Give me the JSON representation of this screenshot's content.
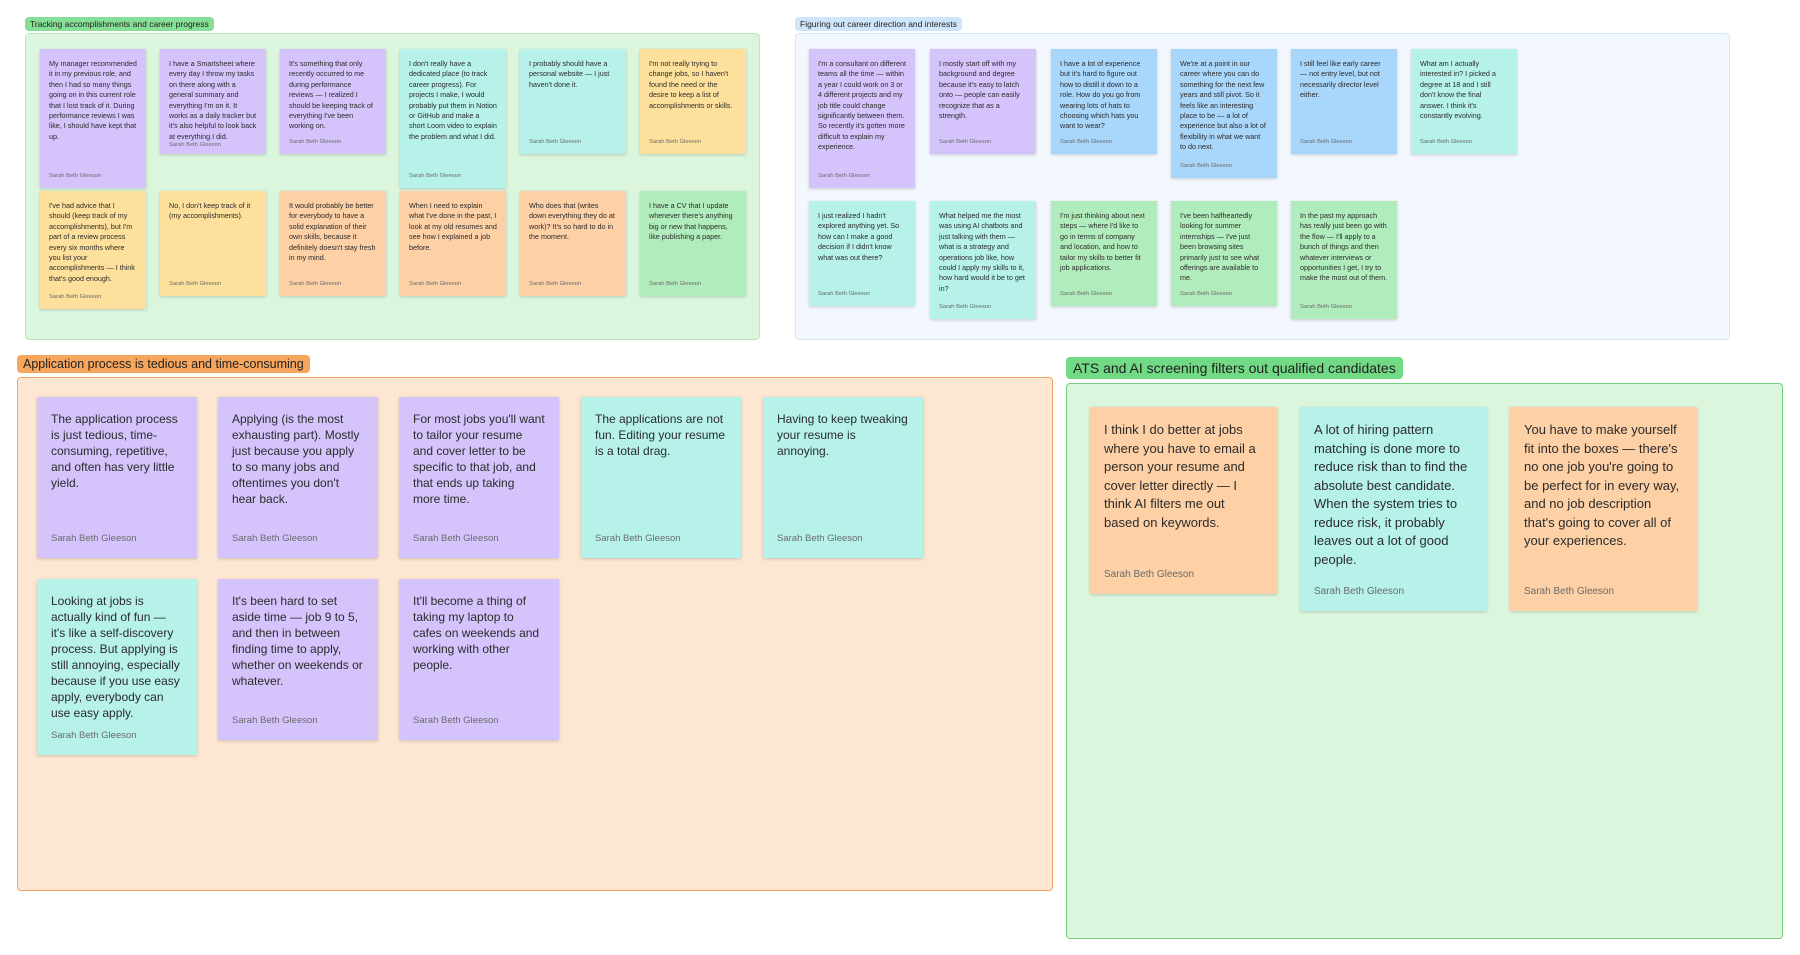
{
  "sections": [
    {
      "key": "tracking",
      "title": "Tracking accomplishments and career progress",
      "notes": [
        {
          "text": "My manager recommended it in my previous role, and then I had so many things going on in this current role that I lost track of it. During performance reviews I was like, I should have kept that up.",
          "author": "Sarah Beth Gleeson",
          "color": "purple"
        },
        {
          "text": "I have a Smartsheet where every day I throw my tasks on there along with a general summary and everything I'm on it. It works as a daily tracker but it's also helpful to look back at everything I did.",
          "author": "Sarah Beth Gleeson",
          "color": "purple"
        },
        {
          "text": "It's something that only recently occurred to me during performance reviews — I realized I should be keeping track of everything I've been working on.",
          "author": "Sarah Beth Gleeson",
          "color": "purple"
        },
        {
          "text": "I don't really have a dedicated place (to track career progress). For projects I make, I would probably put them in Notion or GitHub and make a short Loom video to explain the problem and what I did.",
          "author": "Sarah Beth Gleeson",
          "color": "teal"
        },
        {
          "text": "I probably should have a personal website — I just haven't done it.",
          "author": "Sarah Beth Gleeson",
          "color": "teal"
        },
        {
          "text": "I'm not really trying to change jobs, so I haven't found the need or the desire to keep a list of accomplishments or skills.",
          "author": "Sarah Beth Gleeson",
          "color": "yellow"
        },
        {
          "text": "I've had advice that I should (keep track of my accomplishments), but I'm part of a review process every six months where you list your accomplishments — I think that's good enough.",
          "author": "Sarah Beth Gleeson",
          "color": "yellow"
        },
        {
          "text": "No, I don't keep track of it (my accomplishments).",
          "author": "Sarah Beth Gleeson",
          "color": "yellow"
        },
        {
          "text": "It would probably be better for everybody to have a solid explanation of their own skills, because it definitely doesn't stay fresh in my mind.",
          "author": "Sarah Beth Gleeson",
          "color": "orange"
        },
        {
          "text": "When I need to explain what I've done in the past, I look at my old resumes and see how I explained a job before.",
          "author": "Sarah Beth Gleeson",
          "color": "orange"
        },
        {
          "text": "Who does that (writes down everything they do at work)? It's so hard to do in the moment.",
          "author": "Sarah Beth Gleeson",
          "color": "orange"
        },
        {
          "text": "I have a CV that I update whenever there's anything big or new that happens, like publishing a paper.",
          "author": "Sarah Beth Gleeson",
          "color": "green"
        }
      ]
    },
    {
      "key": "direction",
      "title": "Figuring out career direction and interests",
      "notes": [
        {
          "text": "I'm a consultant on different teams all the time — within a year I could work on 3 or 4 different projects and my job title could change significantly between them. So recently it's gotten more difficult to explain my experience.",
          "author": "Sarah Beth Gleeson",
          "color": "purple"
        },
        {
          "text": "I mostly start off with my background and degree because it's easy to latch onto — people can easily recognize that as a strength.",
          "author": "Sarah Beth Gleeson",
          "color": "purple"
        },
        {
          "text": "I have a lot of experience but it's hard to figure out how to distill it down to a role. How do you go from wearing lots of hats to choosing which hats you want to wear?",
          "author": "Sarah Beth Gleeson",
          "color": "blue"
        },
        {
          "text": "We're at a point in our career where you can do something for the next few years and still pivot. So it feels like an interesting place to be — a lot of experience but also a lot of flexibility in what we want to do next.",
          "author": "Sarah Beth Gleeson",
          "color": "blue"
        },
        {
          "text": "I still feel like early career — not entry level, but not necessarily director level either.",
          "author": "Sarah Beth Gleeson",
          "color": "blue"
        },
        {
          "text": "What am I actually interested in? I picked a degree at 18 and I still don't know the final answer. I think it's constantly evolving.",
          "author": "Sarah Beth Gleeson",
          "color": "teal"
        },
        {
          "text": "I just realized I hadn't explored anything yet. So how can I make a good decision if I didn't know what was out there?",
          "author": "Sarah Beth Gleeson",
          "color": "teal"
        },
        {
          "text": "What helped me the most was using AI chatbots and just talking with them — what is a strategy and operations job like, how could I apply my skills to it, how hard would it be to get in?",
          "author": "Sarah Beth Gleeson",
          "color": "teal"
        },
        {
          "text": "I'm just thinking about next steps — where I'd like to go in terms of company and location, and how to tailor my skills to better fit job applications.",
          "author": "Sarah Beth Gleeson",
          "color": "green"
        },
        {
          "text": "I've been halfheartedly looking for summer internships — I've just been browsing sites primarily just to see what offerings are available to me.",
          "author": "Sarah Beth Gleeson",
          "color": "green"
        },
        {
          "text": "In the past my approach has really just been go with the flow — I'll apply to a bunch of things and then whatever interviews or opportunities I get, I try to make the most out of them.",
          "author": "Sarah Beth Gleeson",
          "color": "green"
        }
      ]
    },
    {
      "key": "application",
      "title": "Application process is tedious and time-consuming",
      "notes": [
        {
          "text": "The application process is just tedious, time-consuming, repetitive, and often has very little yield.",
          "author": "Sarah Beth Gleeson",
          "color": "purple"
        },
        {
          "text": "Applying (is the most exhausting part). Mostly just because you apply to so many jobs and oftentimes you don't hear back.",
          "author": "Sarah Beth Gleeson",
          "color": "purple"
        },
        {
          "text": "For most jobs you'll want to tailor your resume and cover letter to be specific to that job, and that ends up taking more time.",
          "author": "Sarah Beth Gleeson",
          "color": "purple"
        },
        {
          "text": "The applications are not fun. Editing your resume is a total drag.",
          "author": "Sarah Beth Gleeson",
          "color": "teal"
        },
        {
          "text": "Having to keep tweaking your resume is annoying.",
          "author": "Sarah Beth Gleeson",
          "color": "teal"
        },
        {
          "text": "Looking at jobs is actually kind of fun — it's like a self-discovery process. But applying is still annoying, especially because if you use easy apply, everybody can use easy apply.",
          "author": "Sarah Beth Gleeson",
          "color": "teal"
        },
        {
          "text": "It's been hard to set aside time — job 9 to 5, and then in between finding time to apply, whether on weekends or whatever.",
          "author": "Sarah Beth Gleeson",
          "color": "purple"
        },
        {
          "text": "It'll become a thing of taking my laptop to cafes on weekends and working with other people.",
          "author": "Sarah Beth Gleeson",
          "color": "purple"
        }
      ]
    },
    {
      "key": "ats",
      "title": "ATS and AI screening filters out qualified candidates",
      "notes": [
        {
          "text": "I think I do better at jobs where you have to email a person your resume and cover letter directly — I think AI filters me out based on keywords.",
          "author": "Sarah Beth Gleeson",
          "color": "orange"
        },
        {
          "text": "A lot of hiring pattern matching is done more to reduce risk than to find the absolute best candidate. When the system tries to reduce risk, it probably leaves out a lot of good people.",
          "author": "Sarah Beth Gleeson",
          "color": "teal"
        },
        {
          "text": "You have to make yourself fit into the boxes — there's no one job you're going to be perfect for in every way, and no job description that's going to cover all of your experiences.",
          "author": "Sarah Beth Gleeson",
          "color": "orange"
        }
      ]
    }
  ]
}
